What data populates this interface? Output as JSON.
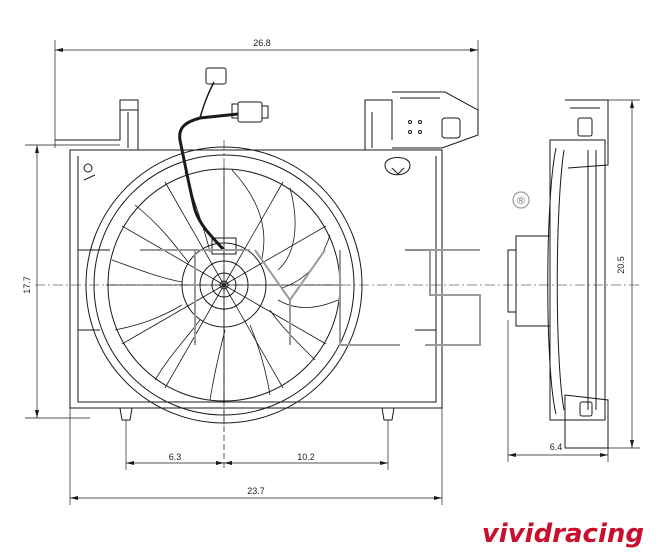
{
  "dimensions": {
    "overall_width": "26.8",
    "frame_height": "17.7",
    "side_height": "20.5",
    "depth": "6.4",
    "offset_left": "6.3",
    "offset_right": "10.2",
    "shroud_width": "23.7"
  },
  "watermark": {
    "text": "vividracing",
    "color": "#c8102e"
  },
  "mark": {
    "registered": "®"
  },
  "line_color": "#1a1a1a"
}
